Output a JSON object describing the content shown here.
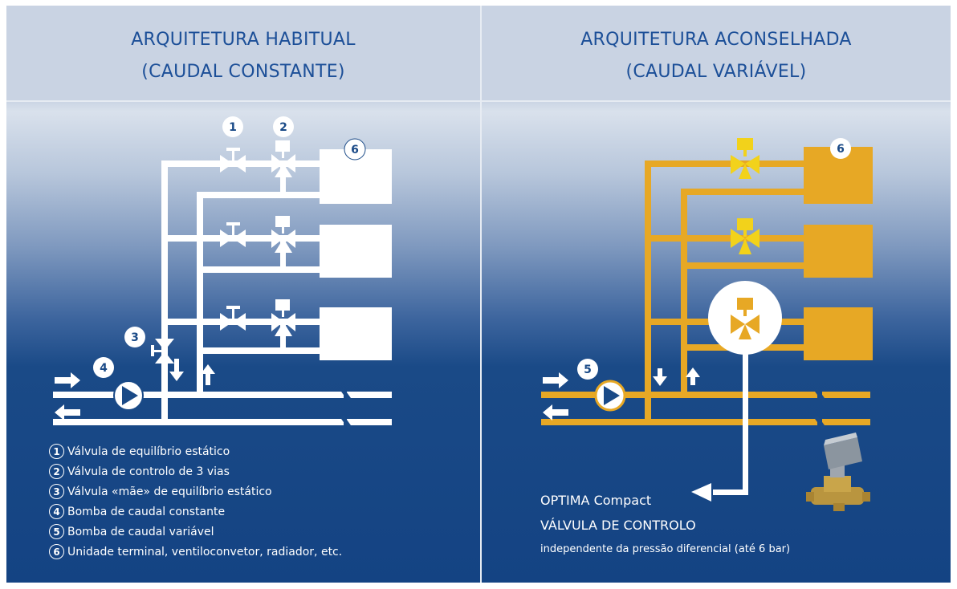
{
  "left": {
    "title_line1": "ARQUITETURA HABITUAL",
    "title_line2": "(CAUDAL CONSTANTE)",
    "markers": [
      "1",
      "2",
      "3",
      "4",
      "6"
    ]
  },
  "right": {
    "title_line1": "ARQUITETURA ACONSELHADA",
    "title_line2": "(CAUDAL VARIÁVEL)",
    "markers": [
      "5",
      "6"
    ]
  },
  "legend": [
    {
      "num": "1",
      "text": "Válvula de equilíbrio estático"
    },
    {
      "num": "2",
      "text": "Válvula de controlo de 3 vias"
    },
    {
      "num": "3",
      "text": "Válvula «mãe» de equilíbrio estático"
    },
    {
      "num": "4",
      "text": "Bomba de caudal constante"
    },
    {
      "num": "5",
      "text": "Bomba de caudal variável"
    },
    {
      "num": "6",
      "text": "Unidade terminal, ventiloconvetor, radiador, etc."
    }
  ],
  "optima": {
    "name": "OPTIMA Compact",
    "subtitle": "VÁLVULA DE CONTROLO",
    "description": "independente da pressão diferencial (até 6 bar)"
  },
  "colors": {
    "title": "#1c4f98",
    "pipe_left": "#ffffff",
    "pipe_right": "#e7a825",
    "valve_right": "#f2d21b",
    "background_bottom": "#144383"
  }
}
